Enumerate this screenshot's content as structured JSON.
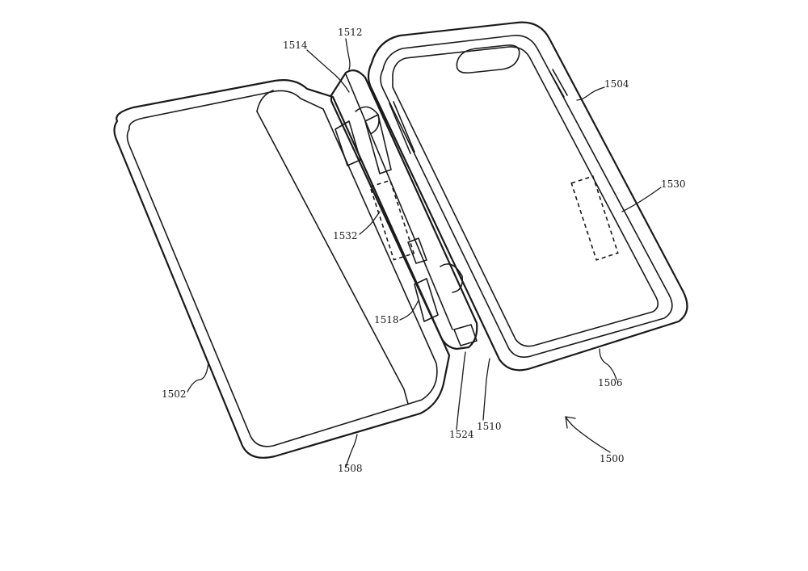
{
  "figure": {
    "reference_numerals": {
      "r1500": "1500",
      "r1502": "1502",
      "r1504": "1504",
      "r1506": "1506",
      "r1508": "1508",
      "r1510": "1510",
      "r1512": "1512",
      "r1514": "1514",
      "r1518": "1518",
      "r1524": "1524",
      "r1530": "1530",
      "r1532": "1532"
    },
    "line_color": "#1a1a1a",
    "background_color": "#ffffff"
  }
}
